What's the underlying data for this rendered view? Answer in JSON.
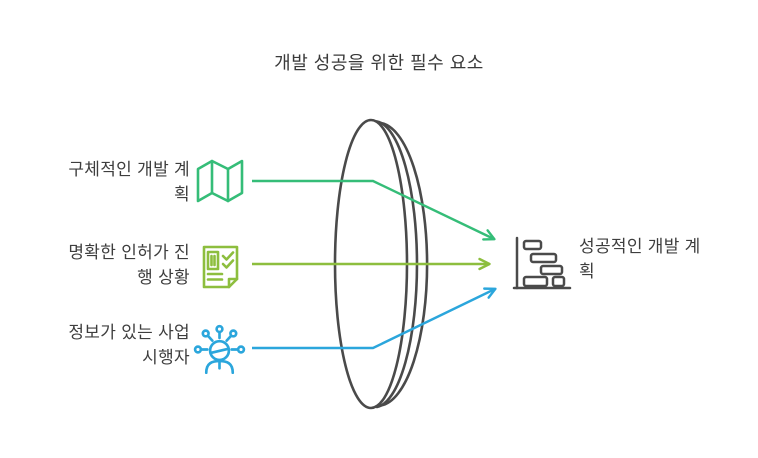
{
  "title": "개발 성공을 위한 필수 요소",
  "colors": {
    "green": "#35BD78",
    "lime": "#8DBE3E",
    "blue": "#2BA6DC",
    "dark": "#4A4A4A",
    "text": "#3E3E3E"
  },
  "left_items": [
    {
      "label": "구체적인 개발 계획",
      "lines": [
        "구체적인 개발 계",
        "획"
      ],
      "icon": "map-icon",
      "color": "#35BD78"
    },
    {
      "label": "명확한 인허가 진행 상황",
      "lines": [
        "명확한 인허가 진",
        "행 상황"
      ],
      "icon": "permit-checklist-icon",
      "color": "#8DBE3E"
    },
    {
      "label": "정보가 있는 사업 시행자",
      "lines": [
        "정보가 있는 사업",
        "시행자"
      ],
      "icon": "networked-person-icon",
      "color": "#2BA6DC"
    }
  ],
  "result_item": {
    "label": "성공적인 개발 계획",
    "lines": [
      "성공적인 개발 계",
      "획"
    ],
    "icon": "gantt-chart-icon",
    "color": "#4A4A4A"
  }
}
